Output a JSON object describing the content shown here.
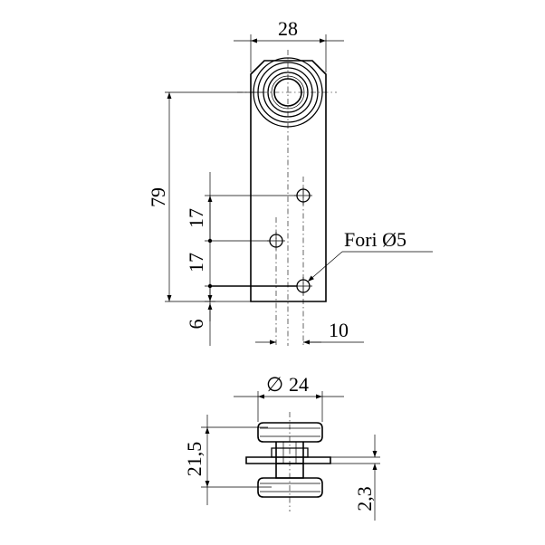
{
  "drawing": {
    "plate_width": "28",
    "total_length": "79",
    "hole_spacing_upper": "17",
    "hole_spacing_lower": "17",
    "hole_offset_bottom": "6",
    "hole_offset_lateral": "10",
    "holes_label": "Fori Ø5",
    "wheel_diameter_symbol": "∅",
    "wheel_diameter": "24",
    "wheel_height": "21,5",
    "flange_thickness": "2,3"
  }
}
